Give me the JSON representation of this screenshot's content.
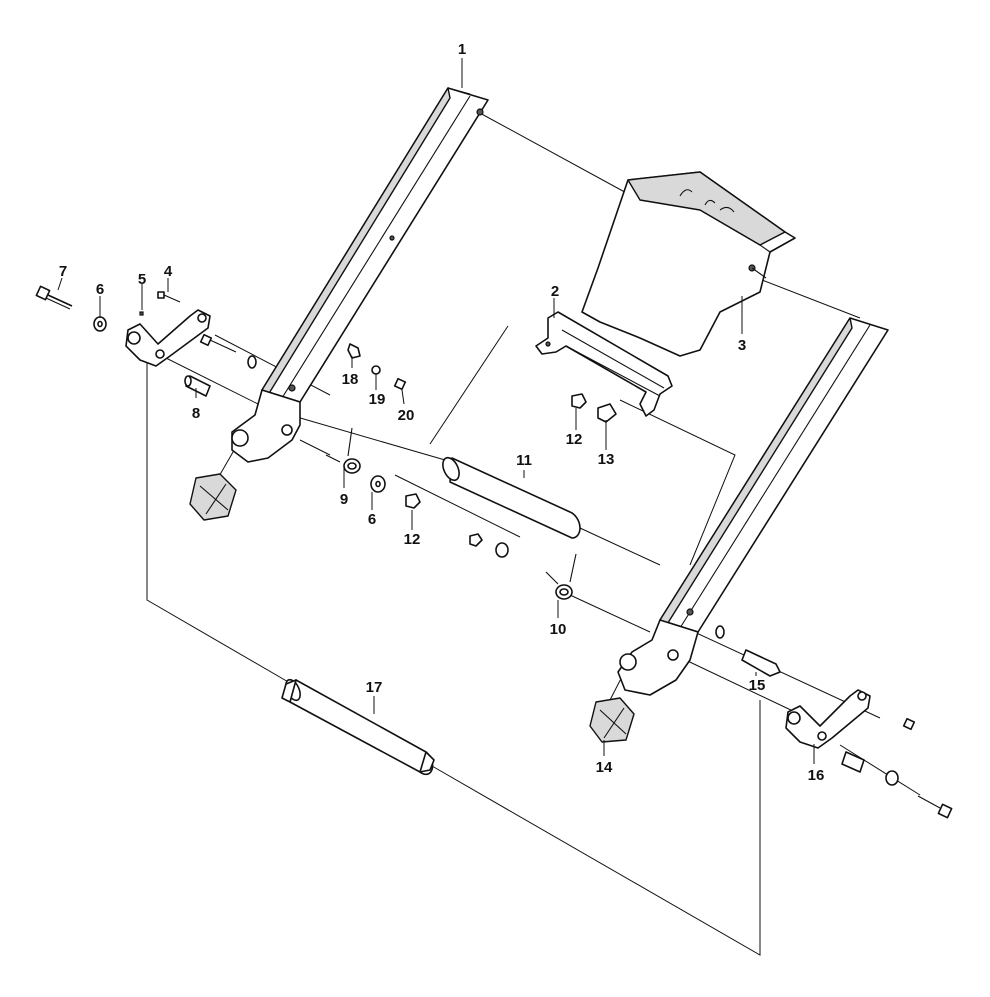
{
  "diagram": {
    "callouts": [
      {
        "id": "c1",
        "label": "1"
      },
      {
        "id": "c2",
        "label": "2"
      },
      {
        "id": "c3",
        "label": "3"
      },
      {
        "id": "c4",
        "label": "4"
      },
      {
        "id": "c5",
        "label": "5"
      },
      {
        "id": "c6a",
        "label": "6"
      },
      {
        "id": "c6b",
        "label": "6"
      },
      {
        "id": "c7",
        "label": "7"
      },
      {
        "id": "c8",
        "label": "8"
      },
      {
        "id": "c9",
        "label": "9"
      },
      {
        "id": "c10",
        "label": "10"
      },
      {
        "id": "c11",
        "label": "11"
      },
      {
        "id": "c12a",
        "label": "12"
      },
      {
        "id": "c12b",
        "label": "12"
      },
      {
        "id": "c13",
        "label": "13"
      },
      {
        "id": "c14",
        "label": "14"
      },
      {
        "id": "c15",
        "label": "15"
      },
      {
        "id": "c16",
        "label": "16"
      },
      {
        "id": "c17",
        "label": "17"
      },
      {
        "id": "c18",
        "label": "18"
      },
      {
        "id": "c19",
        "label": "19"
      },
      {
        "id": "c20",
        "label": "20"
      }
    ]
  },
  "colors": {
    "line": "#111111",
    "shade": "#d9d9d9",
    "background": "#ffffff"
  }
}
